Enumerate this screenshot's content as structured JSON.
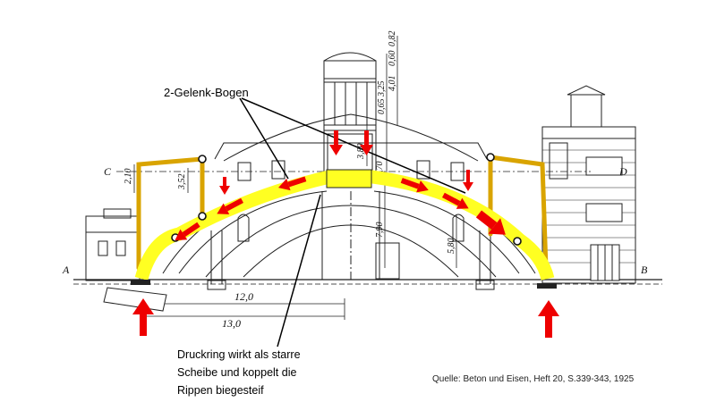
{
  "labels": {
    "arch": "2-Gelenk-Bogen",
    "caption_lines": [
      "Druckring wirkt als starre",
      "Scheibe und koppelt die",
      "Rippen biegesteif"
    ],
    "source": "Quelle: Beton und Eisen, Heft 20, S.339-343, 1925"
  },
  "drawing": {
    "section_marks": {
      "C": "C",
      "D": "D",
      "A": "A",
      "B": "B"
    },
    "dims": {
      "span_inner": "12,0",
      "span_outer": "13,0",
      "d_210": "2,10",
      "d_352": "3,52",
      "d_380": "3,80",
      "d_170": "1,70",
      "d_790": "7,90",
      "d_580": "5,80",
      "d_325": "3,25",
      "d_065": "0,65",
      "d_401": "4,01",
      "d_060": "0,60",
      "d_082": "0,82"
    }
  },
  "colors": {
    "arch": "#ffff22",
    "force_arrow": "#ee0000",
    "frame": "#d9a400",
    "line": "#1a1a1a"
  }
}
